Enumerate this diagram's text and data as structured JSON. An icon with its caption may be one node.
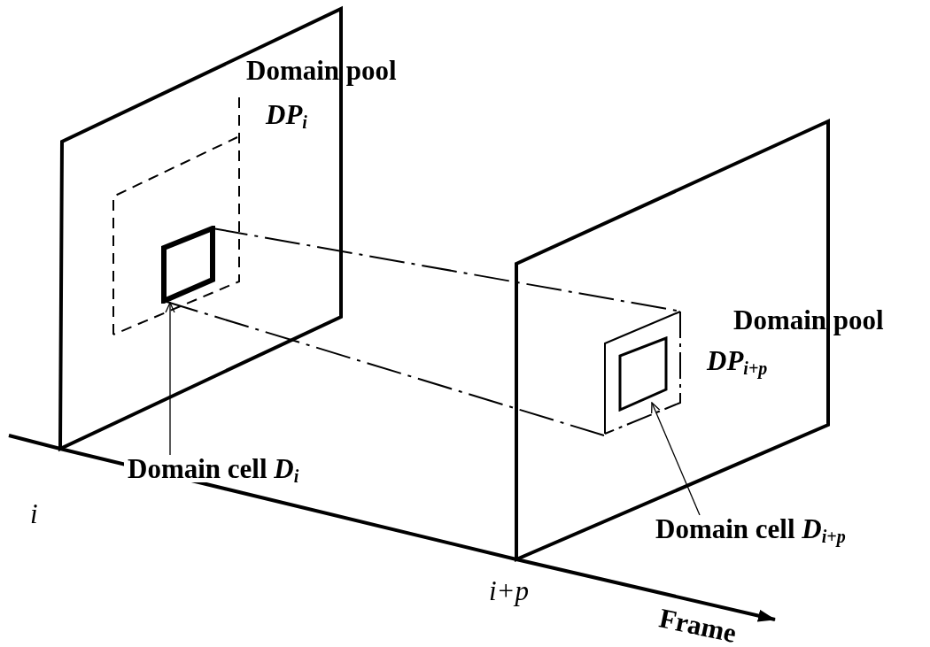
{
  "diagram": {
    "nodes": [
      {
        "text": [
          "Domain cell *D*$_{i}$"
        ]
      },
      {
        "text": [],
        "shape": "box"
      },
      {
        "text": [
          "Domain cell *D*$_{i+p}$"
        ]
      },
      {
        "text": [],
        "shape": "box"
      }
    ],
    "edges": [
      {
        "from": 0,
        "to": 1,
        "arrow": "to"
      },
      {
        "from": 2,
        "to": 3,
        "arrow": "to"
      }
    ],
    "labels": [
      "Domain pool",
      "*DP*$_{i}$",
      "Domain pool",
      "*DP*$_{i+p}$",
      "i",
      "i+p",
      "Frame"
    ]
  }
}
